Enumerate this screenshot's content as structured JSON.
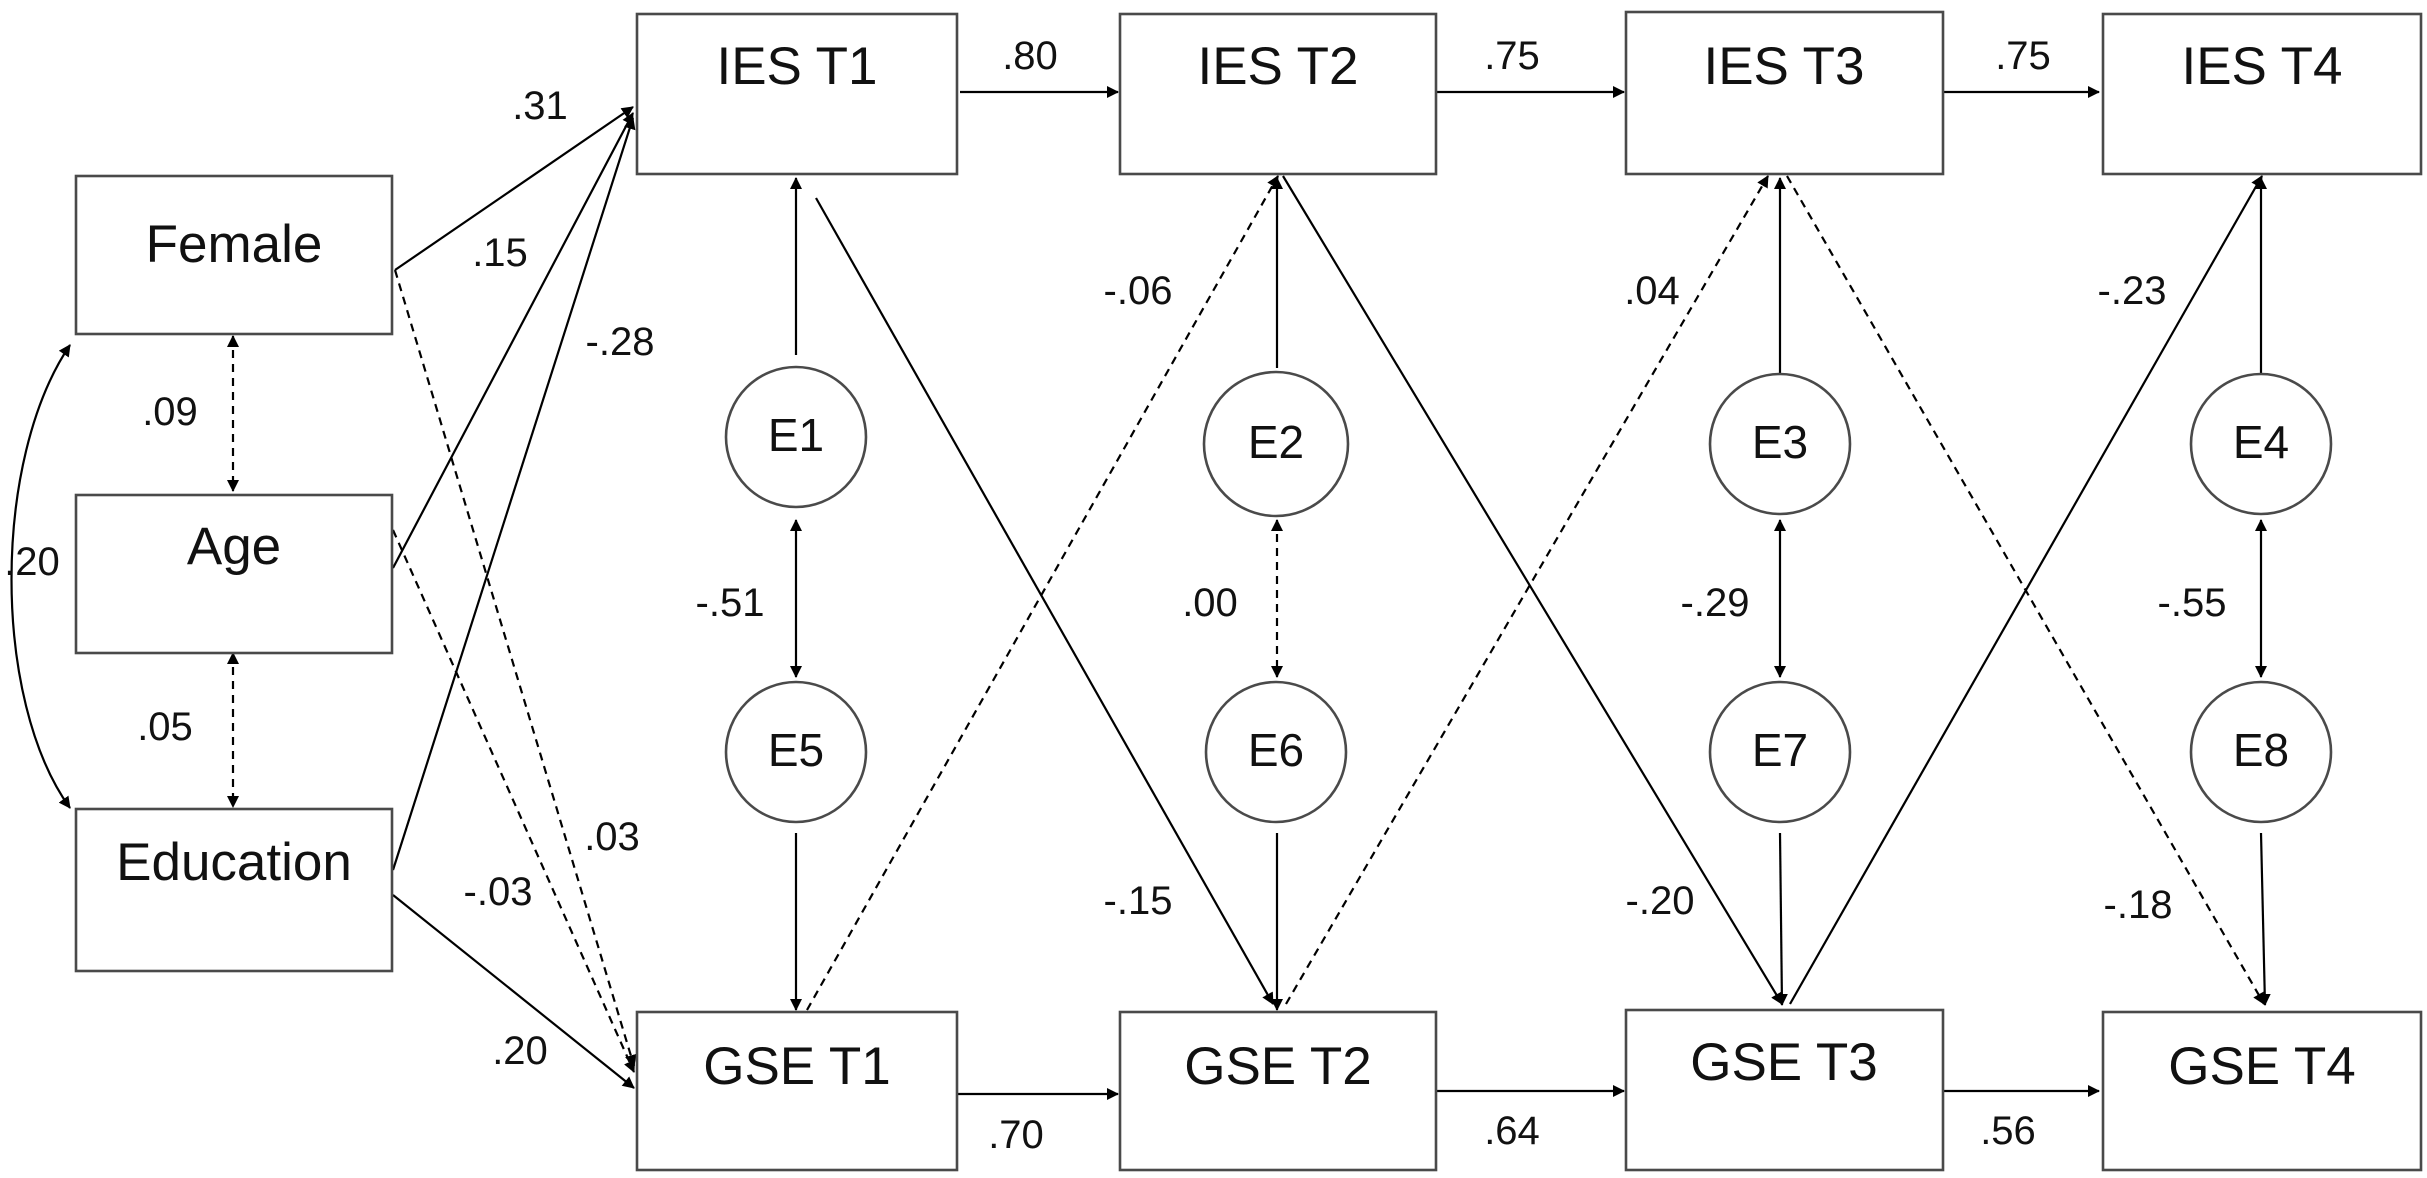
{
  "nodes": {
    "female": "Female",
    "age": "Age",
    "education": "Education",
    "ies_t1": "IES T1",
    "ies_t2": "IES T2",
    "ies_t3": "IES T3",
    "ies_t4": "IES T4",
    "gse_t1": "GSE T1",
    "gse_t2": "GSE T2",
    "gse_t3": "GSE T3",
    "gse_t4": "GSE T4",
    "e1": "E1",
    "e2": "E2",
    "e3": "E3",
    "e4": "E4",
    "e5": "E5",
    "e6": "E6",
    "e7": "E7",
    "e8": "E8"
  },
  "coefficients": {
    "ies_t1_to_t2": ".80",
    "ies_t2_to_t3": ".75",
    "ies_t3_to_t4": ".75",
    "gse_t1_to_t2": ".70",
    "gse_t2_to_t3": ".64",
    "gse_t3_to_t4": ".56",
    "female_to_ies_t1": ".31",
    "age_to_ies_t1": ".15",
    "education_to_ies_t1": "-.28",
    "female_age_cov": ".09",
    "age_education_cov": ".05",
    "female_education_cov": ".20",
    "female_to_gse_t1": ".03",
    "age_to_gse_t1": "-.03",
    "education_to_gse_t1": ".20",
    "e1_e5_cov": "-.51",
    "e2_e6_cov": ".00",
    "e3_e7_cov": "-.29",
    "e4_e8_cov": "-.55",
    "gse_t1_to_ies_t2": "-.06",
    "gse_t2_to_ies_t3": ".04",
    "gse_t3_to_ies_t4": "-.23",
    "ies_t1_to_gse_t2": "-.15",
    "ies_t2_to_gse_t3": "-.20",
    "ies_t3_to_gse_t4": "-.18"
  }
}
